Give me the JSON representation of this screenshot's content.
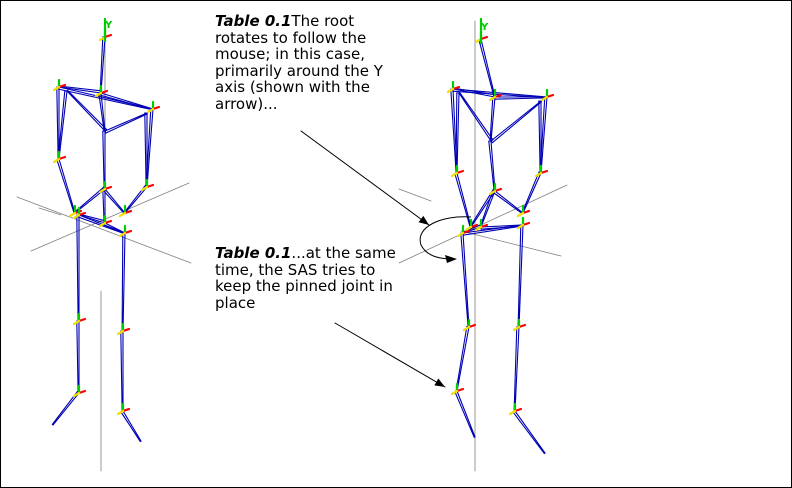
{
  "figure": {
    "callouts": [
      {
        "ref": "Table 0.1",
        "text": "The root rotates to follow the mouse; in this case, primarily around the Y axis (shown with the arrow)..."
      },
      {
        "ref": "Table 0.1",
        "text": "...at the same time, the SAS tries to keep the pinned joint in place"
      }
    ],
    "axis_label": "Y"
  },
  "colors": {
    "bone": "#0000b4",
    "axis_x": "#ff0000",
    "axis_y": "#00cc00",
    "axis_z": "#f0e000",
    "grid": "#808080",
    "text": "#000000"
  }
}
